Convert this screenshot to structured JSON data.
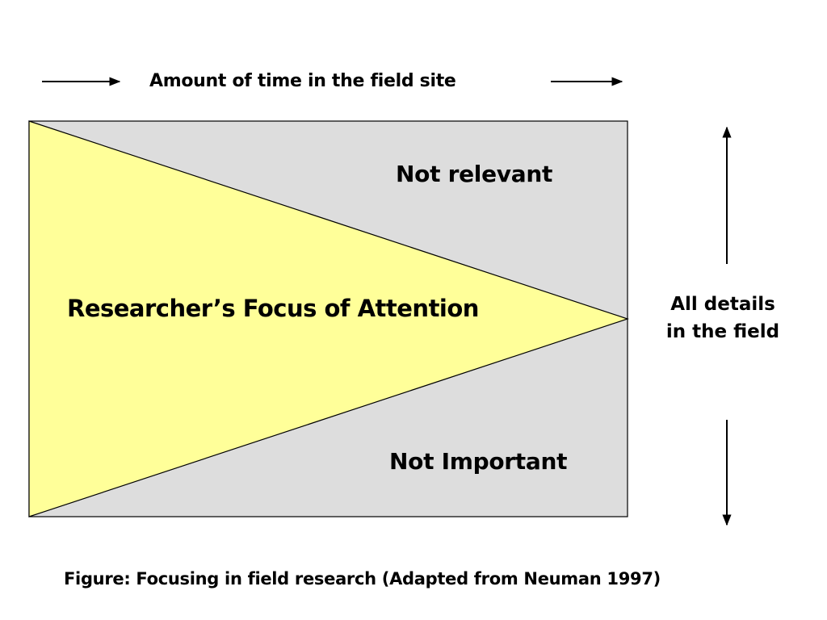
{
  "diagram": {
    "time_axis_label": "Amount of time in the field site",
    "region_top_label": "Not relevant",
    "focus_label": "Researcher’s Focus of Attention",
    "region_bottom_label": "Not Important",
    "details_axis_label": "All details in the field",
    "caption": "Figure:  Focusing in field research (Adapted from Neuman 1997)"
  },
  "colors": {
    "focus_fill": "#FFFF99",
    "outside_fill": "#DDDDDD",
    "stroke": "#000000"
  }
}
